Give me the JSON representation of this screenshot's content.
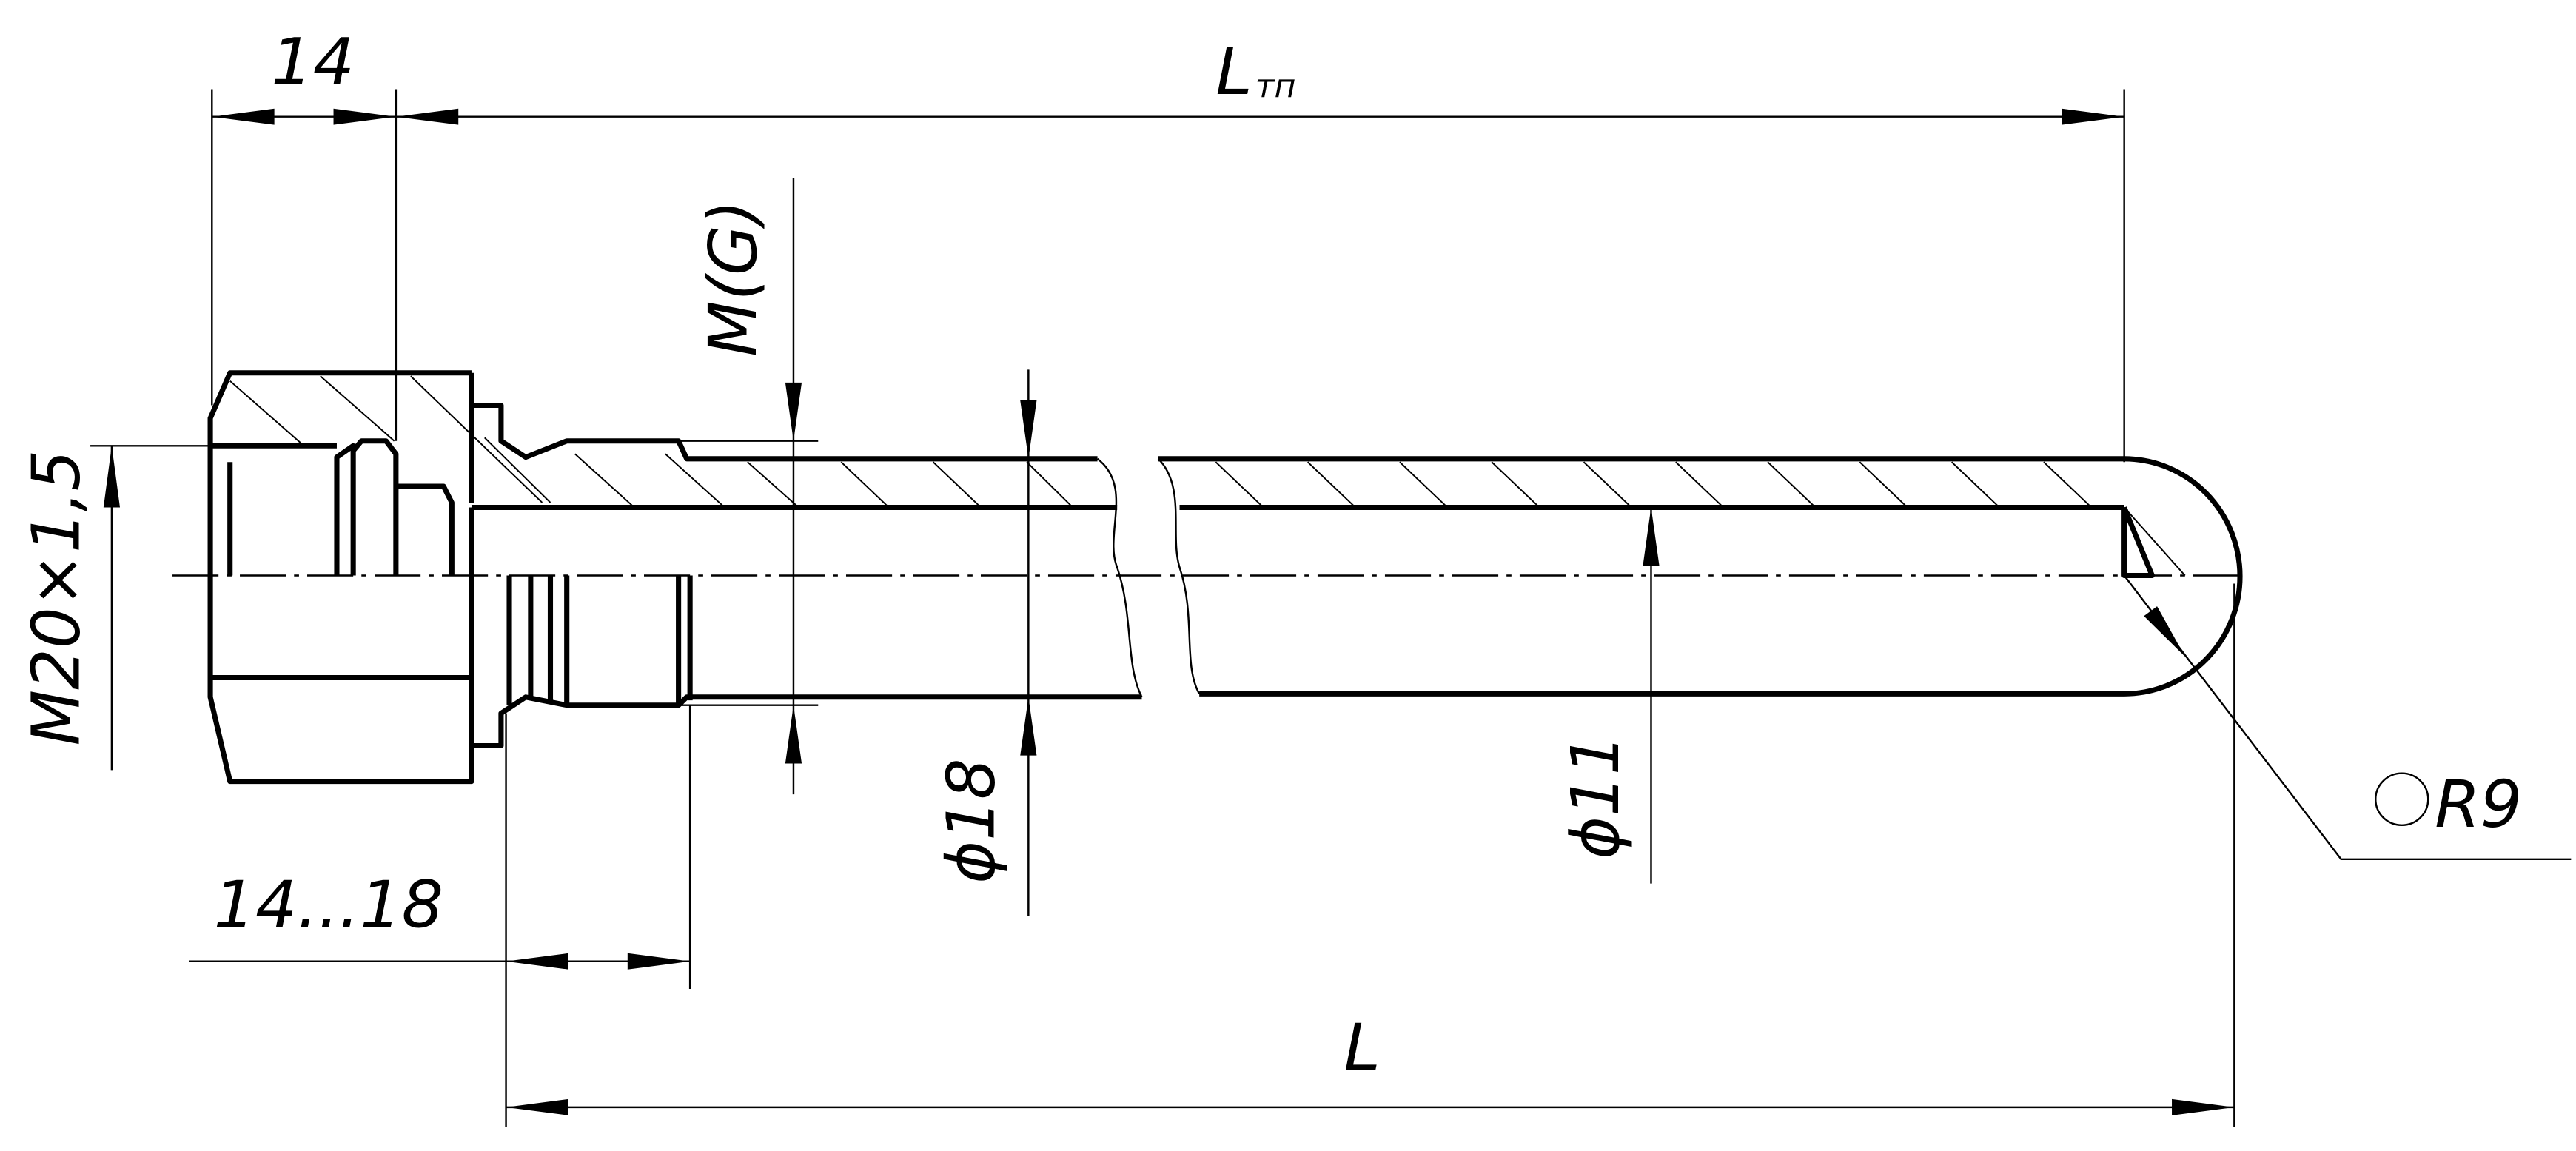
{
  "drawing": {
    "title": "Thermowell section drawing",
    "dimensions": {
      "head_width": "14",
      "length_tp": "L",
      "length_tp_subscript": "тп",
      "thread_main": "M20×1,5",
      "thread_mg": "M(G)",
      "outer_diameter": "ϕ18",
      "inner_diameter": "ϕ11",
      "radius": "R9",
      "thread_length": "14...18",
      "total_length": "L"
    },
    "colors": {
      "line": "#000000",
      "background": "#ffffff"
    }
  }
}
